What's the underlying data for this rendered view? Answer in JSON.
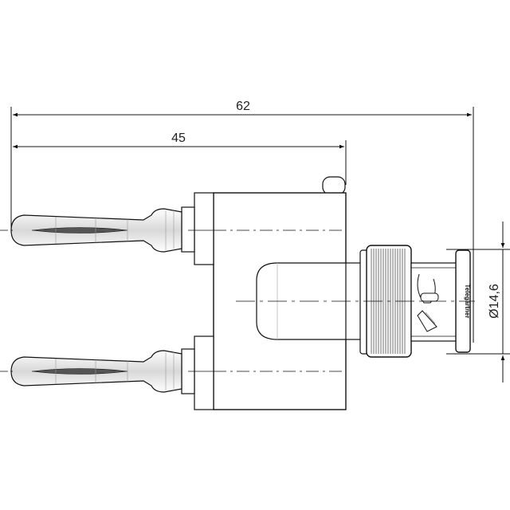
{
  "dimensions": {
    "overall_length": "62",
    "body_length": "45",
    "diameter": "Ø14,6"
  },
  "brand_marking": "Telegärtner"
}
